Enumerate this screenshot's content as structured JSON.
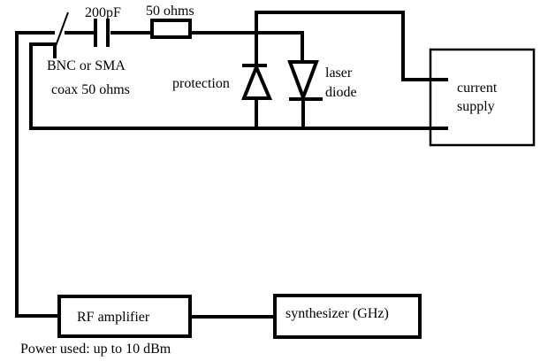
{
  "labels": {
    "capacitor": "200pF",
    "resistor": "50 ohms",
    "connector": "BNC or SMA",
    "coax": "coax 50 ohms",
    "protection": "protection",
    "laser_line1": "laser",
    "laser_line2": "diode",
    "current_line1": "current",
    "current_line2": "supply",
    "rf_amplifier": "RF amplifier",
    "synthesizer": "synthesizer (GHz)",
    "power_note": "Power used: up to 10 dBm"
  },
  "colors": {
    "line": "#000000",
    "background": "#ffffff"
  }
}
